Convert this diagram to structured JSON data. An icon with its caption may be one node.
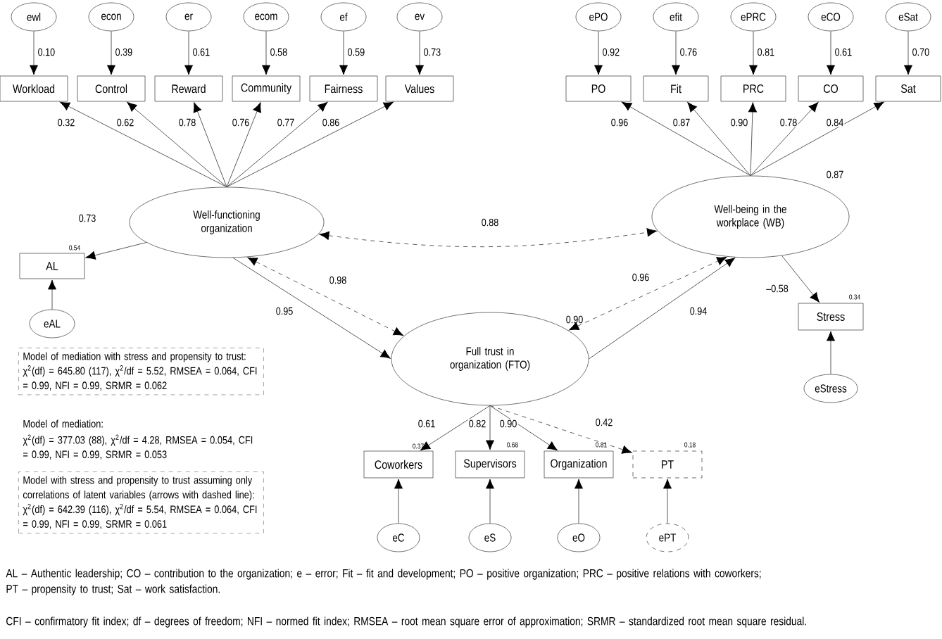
{
  "diagram": {
    "nodes": [
      {
        "text": [
          "ewl"
        ]
      },
      {
        "text": [
          "econ"
        ]
      },
      {
        "text": [
          "er"
        ]
      },
      {
        "text": [
          "ecom"
        ]
      },
      {
        "text": [
          "ef"
        ]
      },
      {
        "text": [
          "ev"
        ]
      },
      {
        "text": [
          "Workload"
        ]
      },
      {
        "text": [
          "Control"
        ]
      },
      {
        "text": [
          "Reward"
        ]
      },
      {
        "text": [
          "Community"
        ]
      },
      {
        "text": [
          "Fairness"
        ]
      },
      {
        "text": [
          "Values"
        ]
      },
      {
        "text": [
          "ePO"
        ]
      },
      {
        "text": [
          "efit"
        ]
      },
      {
        "text": [
          "ePRC"
        ]
      },
      {
        "text": [
          "eCO"
        ]
      },
      {
        "text": [
          "eSat"
        ]
      },
      {
        "text": [
          "PO"
        ]
      },
      {
        "text": [
          "Fit"
        ]
      },
      {
        "text": [
          "PRC"
        ]
      },
      {
        "text": [
          "CO"
        ]
      },
      {
        "text": [
          "Sat"
        ]
      },
      {
        "text": [
          "Well-functioning organization"
        ]
      },
      {
        "text": [
          "Well-being in the workplace (WB)"
        ],
        "beside": [
          "0.87"
        ]
      },
      {
        "text": [
          "AL"
        ],
        "beside": [
          "0.54"
        ]
      },
      {
        "text": [
          "eAL"
        ]
      },
      {
        "text": [
          "Full trust in organization (FTO)"
        ],
        "beside": [
          "0.90"
        ]
      },
      {
        "text": [
          "Stress"
        ],
        "beside": [
          "0.34"
        ]
      },
      {
        "text": [
          "eStress"
        ]
      },
      {
        "text": [
          "Coworkers"
        ],
        "beside": [
          "0.37"
        ]
      },
      {
        "text": [
          "Supervisors"
        ],
        "beside": [
          "0.68"
        ]
      },
      {
        "text": [
          "Organization"
        ],
        "beside": [
          "0.81"
        ]
      },
      {
        "text": [
          "PT"
        ],
        "beside": [
          "0.18"
        ]
      },
      {
        "text": [
          "eC"
        ]
      },
      {
        "text": [
          "eS"
        ]
      },
      {
        "text": [
          "eO"
        ]
      },
      {
        "text": [
          "ePT"
        ]
      },
      {
        "text": [
          "Model of mediation with stress and propensity to trust:",
          "χ$^{2}$(df) = 645.80 (117), χ$^{2}$/df = 5.52, RMSEA = 0.064, CFI = 0.99, NFI = 0.99, SRMR = 0.062"
        ]
      },
      {
        "text": [
          "Model with stress and propensity to trust assuming only correlations of latent variables (arrows with dashed line):",
          "χ$^{2}$(df) = 642.39 (116), χ$^{2}$/df = 5.54, RMSEA = 0.064, CFI = 0.99, NFI = 0.99, SRMR = 0.061"
        ]
      }
    ],
    "edges": [
      {
        "from": 0,
        "to": 6,
        "arrow": "to",
        "label": "0.10"
      },
      {
        "from": 1,
        "to": 7,
        "arrow": "to",
        "label": "0.39"
      },
      {
        "from": 2,
        "to": 8,
        "arrow": "to",
        "label": "0.61"
      },
      {
        "from": 3,
        "to": 9,
        "arrow": "to",
        "label": "0.58"
      },
      {
        "from": 4,
        "to": 10,
        "arrow": "to",
        "label": "0.59"
      },
      {
        "from": 5,
        "to": 11,
        "arrow": "to",
        "label": "0.73"
      },
      {
        "from": 12,
        "to": 17,
        "arrow": "to",
        "label": "0.92"
      },
      {
        "from": 13,
        "to": 18,
        "arrow": "to",
        "label": "0.76"
      },
      {
        "from": 14,
        "to": 19,
        "arrow": "to",
        "label": "0.81"
      },
      {
        "from": 15,
        "to": 20,
        "arrow": "to",
        "label": "0.61"
      },
      {
        "from": 16,
        "to": 21,
        "arrow": "to",
        "label": "0.70"
      },
      {
        "from": 22,
        "to": 6,
        "arrow": "to",
        "label": "0.32"
      },
      {
        "from": 22,
        "to": 7,
        "arrow": "to",
        "label": "0.62"
      },
      {
        "from": 22,
        "to": 8,
        "arrow": "to",
        "label": "0.78"
      },
      {
        "from": 22,
        "to": 9,
        "arrow": "to",
        "label": "0.76"
      },
      {
        "from": 22,
        "to": 10,
        "arrow": "to",
        "label": "0.77"
      },
      {
        "from": 22,
        "to": 11,
        "arrow": "to",
        "label": "0.86"
      },
      {
        "from": 23,
        "to": 17,
        "arrow": "to",
        "label": "0.96"
      },
      {
        "from": 23,
        "to": 18,
        "arrow": "to",
        "label": "0.87"
      },
      {
        "from": 23,
        "to": 19,
        "arrow": "to",
        "label": "0.90"
      },
      {
        "from": 23,
        "to": 20,
        "arrow": "to",
        "label": "0.78"
      },
      {
        "from": 23,
        "to": 21,
        "arrow": "to",
        "label": "0.84"
      },
      {
        "from": 22,
        "to": 24,
        "arrow": "to",
        "label": "0.73"
      },
      {
        "from": 25,
        "to": 24,
        "arrow": "to"
      },
      {
        "from": 22,
        "to": 26,
        "arrow": "to",
        "label": "0.95"
      },
      {
        "from": 22,
        "to": 26,
        "arrow": "both",
        "label": "0.98",
        "style": "dashed"
      },
      {
        "from": 22,
        "to": 23,
        "arrow": "both",
        "label": "0.88",
        "style": "dashed"
      },
      {
        "from": 26,
        "to": 23,
        "arrow": "both",
        "label": "0.96",
        "style": "dashed"
      },
      {
        "from": 26,
        "to": 23,
        "arrow": "to",
        "label": "0.94"
      },
      {
        "from": 23,
        "to": 27,
        "arrow": "to",
        "label": "–0.58"
      },
      {
        "from": 28,
        "to": 27,
        "arrow": "to"
      },
      {
        "from": 26,
        "to": 29,
        "arrow": "to",
        "label": "0.61"
      },
      {
        "from": 26,
        "to": 30,
        "arrow": "to",
        "label": "0.82"
      },
      {
        "from": 26,
        "to": 31,
        "arrow": "to",
        "label": "0.90"
      },
      {
        "from": 26,
        "to": 32,
        "arrow": "to",
        "label": "0.42",
        "style": "dashed"
      },
      {
        "from": 33,
        "to": 29,
        "arrow": "to"
      },
      {
        "from": 34,
        "to": 30,
        "arrow": "to"
      },
      {
        "from": 35,
        "to": 31,
        "arrow": "to"
      },
      {
        "from": 36,
        "to": 32,
        "arrow": "to"
      }
    ],
    "labels": [
      "Model of mediation:",
      "χ$^{2}$(df) = 377.03 (88), χ$^{2}$/df = 4.28, RMSEA = 0.054, CFI = 0.99, NFI = 0.99, SRMR = 0.053",
      "AL – Authentic leadership; CO – contribution to the organization; e – error; Fit – fit and development; PO – positive organization; PRC – positive relations with coworkers; PT – propensity to trust; Sat – work satisfaction.",
      "CFI – confirmatory fit index; df – degrees of freedom; NFI – normed fit index; RMSEA – root mean square error of approximation; SRMR – standardized root mean square residual."
    ]
  }
}
